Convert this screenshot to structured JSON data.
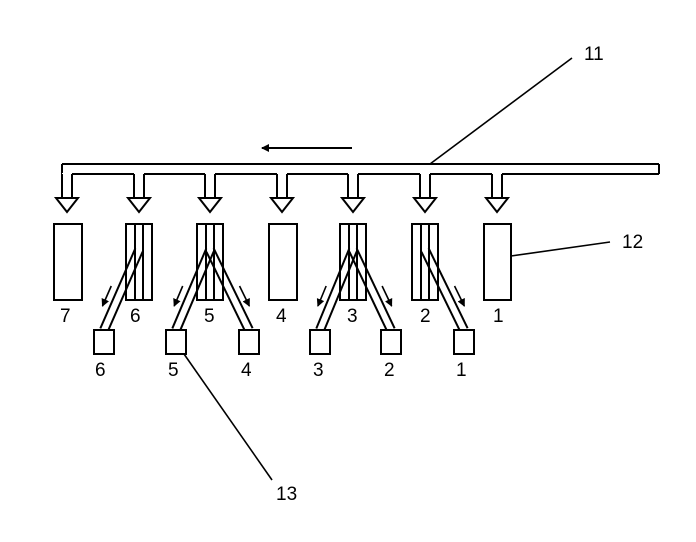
{
  "callouts": {
    "manifold": "11",
    "upper_unit": "12",
    "lower_unit": "13"
  },
  "upper_labels": [
    "7",
    "6",
    "5",
    "4",
    "3",
    "2",
    "1"
  ],
  "lower_labels": [
    "6",
    "5",
    "4",
    "3",
    "2",
    "1"
  ],
  "colors": {
    "stroke": "#000000",
    "background": "#ffffff"
  },
  "flow_direction": "left"
}
